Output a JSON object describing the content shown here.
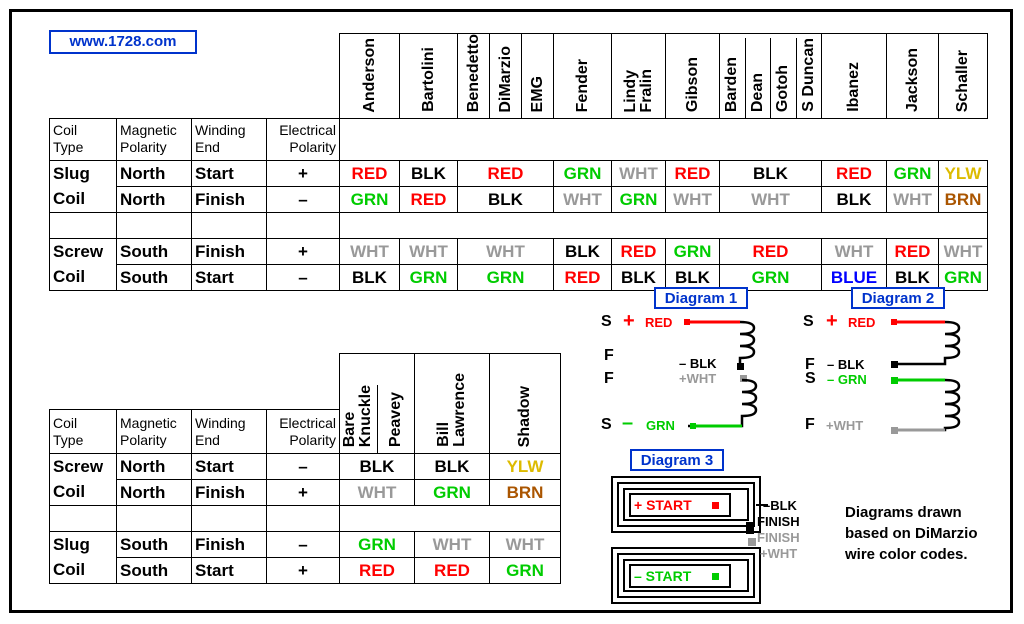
{
  "site": "www.1728.com",
  "colors": {
    "RED": "#ff0000",
    "BLK": "#000000",
    "GRN": "#00cc00",
    "WHT": "#999999",
    "YLW": "#ddbb00",
    "BRN": "#aa5500",
    "BLUE": "#0000ff",
    "accent": "#0033cc"
  },
  "headers": {
    "coil_type": "Coil\nType",
    "magnetic_polarity": "Magnetic\nPolarity",
    "winding_end": "Winding\nEnd",
    "electrical_polarity": "Electrical\nPolarity"
  },
  "table1": {
    "brands": [
      [
        "Anderson"
      ],
      [
        "Bartolini"
      ],
      [
        "Benedetto",
        "DiMarzio",
        "EMG"
      ],
      [
        "Fender"
      ],
      [
        "Lindy\nFralin"
      ],
      [
        "Gibson"
      ],
      [
        "Barden",
        "Dean",
        "Gotoh",
        "S Duncan"
      ],
      [
        "Ibanez"
      ],
      [
        "Jackson"
      ],
      [
        "Schaller"
      ]
    ],
    "coil_labels": {
      "slug_1": "Slug",
      "slug_2": "Coil",
      "screw_1": "Screw",
      "screw_2": "Coil"
    },
    "rows": [
      {
        "magnetic": "North",
        "winding": "Start",
        "electrical": "+",
        "values": [
          "RED",
          "BLK",
          "RED",
          "GRN",
          "WHT",
          "RED",
          "BLK",
          "RED",
          "GRN",
          "YLW"
        ]
      },
      {
        "magnetic": "North",
        "winding": "Finish",
        "electrical": "–",
        "values": [
          "GRN",
          "RED",
          "BLK",
          "WHT",
          "GRN",
          "WHT",
          "WHT",
          "BLK",
          "WHT",
          "BRN"
        ]
      },
      {
        "magnetic": "South",
        "winding": "Finish",
        "electrical": "+",
        "values": [
          "WHT",
          "WHT",
          "WHT",
          "BLK",
          "RED",
          "GRN",
          "RED",
          "WHT",
          "RED",
          "WHT"
        ]
      },
      {
        "magnetic": "South",
        "winding": "Start",
        "electrical": "–",
        "values": [
          "BLK",
          "GRN",
          "GRN",
          "RED",
          "BLK",
          "BLK",
          "GRN",
          "BLUE",
          "BLK",
          "GRN"
        ]
      }
    ]
  },
  "table2": {
    "brands": [
      [
        "Bare\nKnuckle",
        "Peavey"
      ],
      [
        "Bill\nLawrence"
      ],
      [
        "Shadow"
      ]
    ],
    "coil_labels": {
      "screw_1": "Screw",
      "screw_2": "Coil",
      "slug_1": "Slug",
      "slug_2": "Coil"
    },
    "rows": [
      {
        "magnetic": "North",
        "winding": "Start",
        "electrical": "–",
        "values": [
          "BLK",
          "BLK",
          "YLW"
        ]
      },
      {
        "magnetic": "North",
        "winding": "Finish",
        "electrical": "+",
        "values": [
          "WHT",
          "GRN",
          "BRN"
        ]
      },
      {
        "magnetic": "South",
        "winding": "Finish",
        "electrical": "–",
        "values": [
          "GRN",
          "WHT",
          "WHT"
        ]
      },
      {
        "magnetic": "South",
        "winding": "Start",
        "electrical": "+",
        "values": [
          "RED",
          "RED",
          "GRN"
        ]
      }
    ]
  },
  "diagram1": {
    "title": "Diagram 1",
    "s_top": "S",
    "red_sign": "+",
    "red_label": "RED",
    "f1": "F",
    "f2": "F",
    "blk_label": "– BLK",
    "wht_label": "+WHT",
    "s_bottom": "S",
    "grn_sign": "–",
    "grn_label": "GRN"
  },
  "diagram2": {
    "title": "Diagram 2",
    "s_top": "S",
    "red_sign": "+",
    "red_label": "RED",
    "f_mid": "F",
    "s_mid": "S",
    "blk_label": "– BLK",
    "grn_label": "– GRN",
    "f_bottom": "F",
    "wht_label": "+WHT"
  },
  "diagram3": {
    "title": "Diagram 3",
    "start_top": "+ START",
    "start_bottom": "– START",
    "blk": "–BLK",
    "finish_black": "FINISH",
    "finish_grey": "FINISH",
    "wht": "+WHT"
  },
  "note": "Diagrams drawn\nbased on DiMarzio\nwire color codes."
}
